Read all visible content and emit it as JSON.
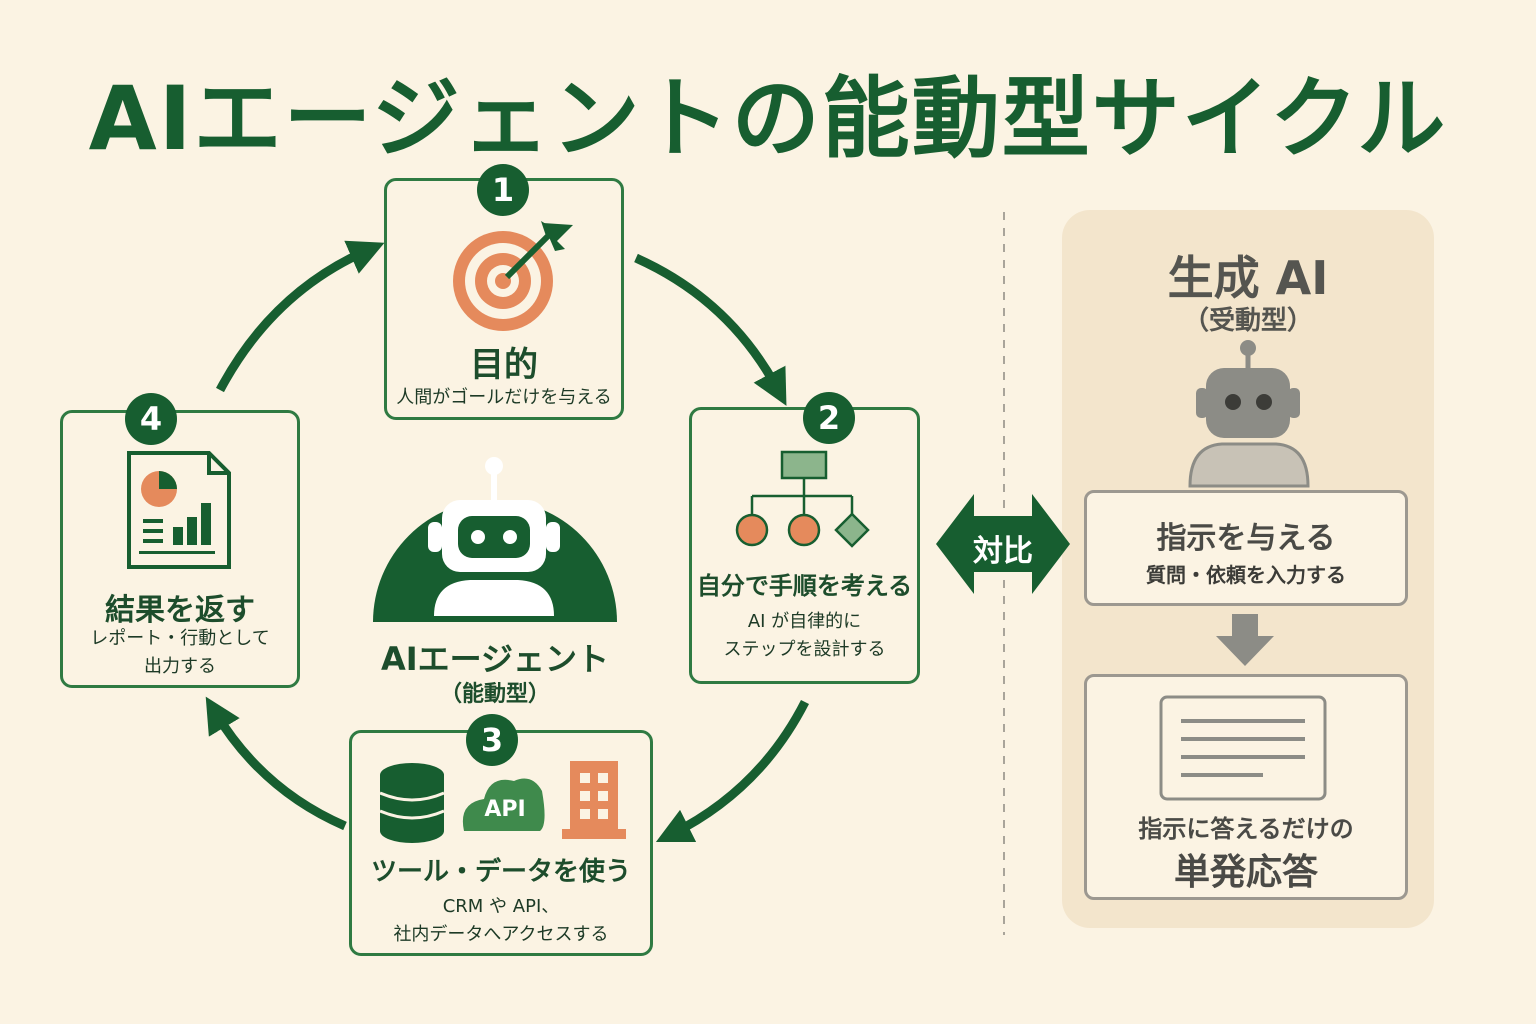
{
  "title": "AIエージェントの能動型サイクル",
  "center": {
    "name": "AIエージェント",
    "type": "（能動型）"
  },
  "steps": [
    {
      "num": "1",
      "title": "目的",
      "desc": [
        "人間がゴールだけを与える"
      ]
    },
    {
      "num": "2",
      "title": "自分で手順を考える",
      "desc": [
        "AI が自律的に",
        "ステップを設計する"
      ]
    },
    {
      "num": "3",
      "title": "ツール・データを使う",
      "desc": [
        "CRM や API、",
        "社内データへアクセスする"
      ],
      "api_label": "API"
    },
    {
      "num": "4",
      "title": "結果を返す",
      "desc": [
        "レポート・行動として",
        "出力する"
      ]
    }
  ],
  "compare_label": "対比",
  "genai": {
    "title": "生成 AI",
    "type": "（受動型）",
    "box1_title": "指示を与える",
    "box1_desc": "質問・依頼を入力する",
    "box2_line1": "指示に答えるだけの",
    "box2_line2": "単発応答"
  },
  "colors": {
    "accent": "#175e30",
    "orange": "#e58a5c",
    "gray": "#8c8c86",
    "panel": "#f3e5cc"
  }
}
